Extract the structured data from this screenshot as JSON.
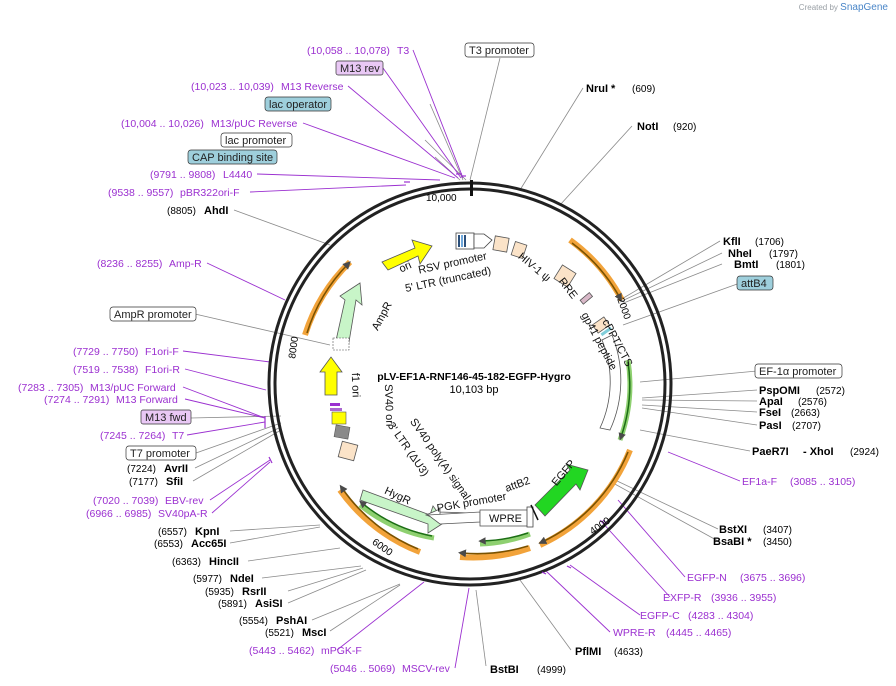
{
  "brand": {
    "prefix": "Created by",
    "name": "SnapGene"
  },
  "plasmid": {
    "name": "pLV-EF1A-RNF146-45-182-EGFP-Hygro",
    "size": "10,103 bp"
  },
  "ticks": [
    "10,000",
    "2000",
    "4000",
    "6000",
    "8000"
  ],
  "boxed_labels": [
    {
      "text": "T3 promoter",
      "style": "white"
    },
    {
      "text": "M13 rev",
      "style": "purple"
    },
    {
      "text": "lac operator",
      "style": "blue"
    },
    {
      "text": "lac promoter",
      "style": "white"
    },
    {
      "text": "CAP binding site",
      "style": "blue"
    },
    {
      "text": "attB4",
      "style": "blue"
    },
    {
      "text": "EF-1α promoter",
      "style": "white"
    },
    {
      "text": "AmpR promoter",
      "style": "white"
    },
    {
      "text": "M13 fwd",
      "style": "purple"
    },
    {
      "text": "T7 promoter",
      "style": "white"
    }
  ],
  "primers": [
    {
      "range": "(10,058 .. 10,078)",
      "name": "T3"
    },
    {
      "range": "(10,023 .. 10,039)",
      "name": "M13 Reverse"
    },
    {
      "range": "(10,004 .. 10,026)",
      "name": "M13/pUC Reverse"
    },
    {
      "range": "(9791 .. 9808)",
      "name": "L4440"
    },
    {
      "range": "(9538 .. 9557)",
      "name": "pBR322ori-F"
    },
    {
      "range": "(8236 .. 8255)",
      "name": "Amp-R"
    },
    {
      "range": "(7729 .. 7750)",
      "name": "F1ori-F"
    },
    {
      "range": "(7519 .. 7538)",
      "name": "F1ori-R"
    },
    {
      "range": "(7283 .. 7305)",
      "name": "M13/pUC Forward"
    },
    {
      "range": "(7274 .. 7291)",
      "name": "M13 Forward"
    },
    {
      "range": "(7245 .. 7264)",
      "name": "T7"
    },
    {
      "range": "(7020 .. 7039)",
      "name": "EBV-rev"
    },
    {
      "range": "(6966 .. 6985)",
      "name": "SV40pA-R"
    },
    {
      "range": "(5443 .. 5462)",
      "name": "mPGK-F"
    },
    {
      "range": "(5046 .. 5069)",
      "name": "MSCV-rev"
    },
    {
      "range": "(3085 .. 3105)",
      "name": "EF1a-F"
    },
    {
      "range": "(3675 .. 3696)",
      "name": "EGFP-N"
    },
    {
      "range": "(3936 .. 3955)",
      "name": "EXFP-R"
    },
    {
      "range": "(4283 .. 4304)",
      "name": "EGFP-C"
    },
    {
      "range": "(4445 .. 4465)",
      "name": "WPRE-R"
    }
  ],
  "enzymes": [
    {
      "name": "NruI *",
      "pos": "(609)"
    },
    {
      "name": "NotI",
      "pos": "(920)"
    },
    {
      "name": "KflI",
      "pos": "(1706)"
    },
    {
      "name": "NheI",
      "pos": "(1797)"
    },
    {
      "name": "BmtI",
      "pos": "(1801)"
    },
    {
      "name": "PspOMI",
      "pos": "(2572)"
    },
    {
      "name": "ApaI",
      "pos": "(2576)"
    },
    {
      "name": "FseI",
      "pos": "(2663)"
    },
    {
      "name": "PasI",
      "pos": "(2707)"
    },
    {
      "name": "PaeR7I",
      "sep": "- XhoI",
      "pos": "(2924)"
    },
    {
      "name": "BstXI",
      "pos": "(3407)"
    },
    {
      "name": "BsaBI *",
      "pos": "(3450)"
    },
    {
      "name": "PflMI",
      "pos": "(4633)"
    },
    {
      "name": "BstBI",
      "pos": "(4999)"
    },
    {
      "name": "MscI",
      "pos": "(5521)"
    },
    {
      "name": "PshAI",
      "pos": "(5554)"
    },
    {
      "name": "AsiSI",
      "pos": "(5891)"
    },
    {
      "name": "RsrII",
      "pos": "(5935)"
    },
    {
      "name": "NdeI",
      "pos": "(5977)"
    },
    {
      "name": "HincII",
      "pos": "(6363)"
    },
    {
      "name": "Acc65I",
      "pos": "(6553)"
    },
    {
      "name": "KpnI",
      "pos": "(6557)"
    },
    {
      "name": "SfiI",
      "pos": "(7177)"
    },
    {
      "name": "AvrII",
      "pos": "(7224)"
    },
    {
      "name": "AhdI",
      "pos": "(8805)"
    }
  ],
  "features": [
    "RSV promoter",
    "5' LTR (truncated)",
    "HIV-1 ψ",
    "RRE",
    "cPPT/CTS",
    "gp41 peptide",
    "ori",
    "AmpR",
    "f1 ori",
    "SV40 ori",
    "SV40 poly(A) signal",
    "3' LTR (ΔU3)",
    "HygR",
    "PGK promoter",
    "attB2",
    "EGFP",
    "WPRE"
  ],
  "colors": {
    "primer": "#9b30d0",
    "backbone": "#222222",
    "orange": "#f2a33a",
    "green": "#36a82e",
    "yellow": "#ffff00",
    "light_green": "#c8f5c8",
    "feature_blue": "#9ecfdc",
    "primer_box": "#e9c8f5"
  }
}
